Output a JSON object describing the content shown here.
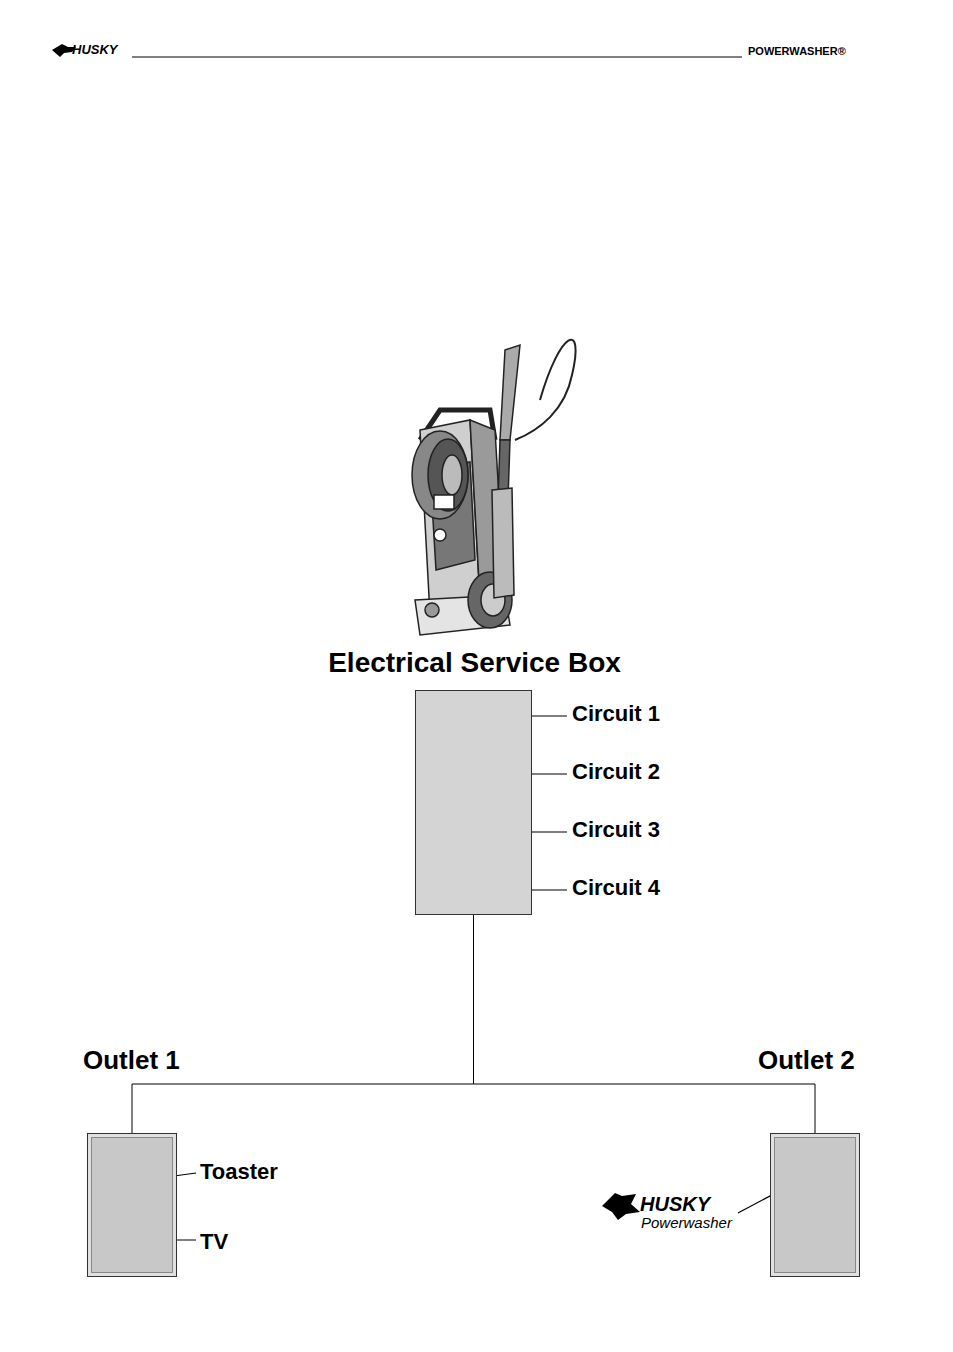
{
  "diagram": {
    "nodes": [
      {
        "text": [
          "Electrical Service Box"
        ]
      },
      {
        "text": [
          "Outlet 1"
        ]
      },
      {
        "text": [
          "Outlet 2"
        ]
      }
    ],
    "edges": [
      {
        "from": 0,
        "to": 1,
        "arrow": "none"
      },
      {
        "from": 0,
        "to": 2,
        "arrow": "none"
      }
    ],
    "labels": [
      "HUSKY",
      "POWERWASHER®",
      "Circuit 1",
      "Circuit 2",
      "Circuit 3",
      "Circuit 4",
      "Toaster",
      "TV",
      "HUSKY",
      "Powerwasher"
    ]
  }
}
